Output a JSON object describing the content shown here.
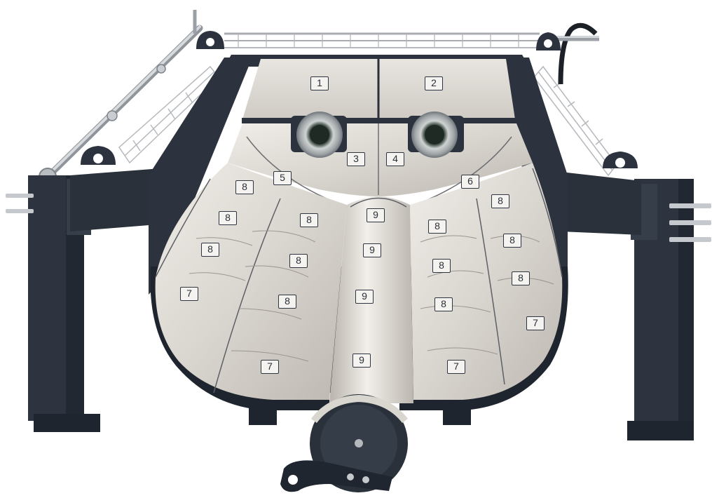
{
  "labels": [
    "1",
    "2",
    "3",
    "4",
    "5",
    "6",
    "7",
    "8",
    "9"
  ],
  "colors": {
    "frame": "#2c333e",
    "frame_edge": "#1f252e",
    "liner": "#dcd8d2",
    "liner_light": "#eeebe6",
    "liner_dark": "#b9b4ad",
    "steel": "#c9ccd0",
    "label_bg": "#f4f3f0",
    "label_border": "#2f3540"
  }
}
